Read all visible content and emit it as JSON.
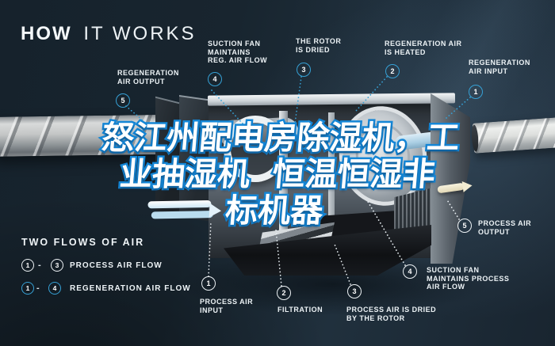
{
  "header": {
    "title_bold": "HOW",
    "title_light": "IT WORKS"
  },
  "overlay": {
    "line1": "怒江州配电房除湿机，工",
    "line2": "业抽湿机  恒温恒湿非",
    "line3": "标机器"
  },
  "legend": {
    "title": "TWO FLOWS OF AIR",
    "rows": [
      {
        "from": "1",
        "dash": "-",
        "to": "3",
        "label": "PROCESS AIR FLOW",
        "style": "white"
      },
      {
        "from": "1",
        "dash": "-",
        "to": "4",
        "label": "REGENERATION AIR FLOW",
        "style": "blue"
      }
    ]
  },
  "callouts": {
    "regeneration_air_output": {
      "number": "5",
      "label": "REGENERATION\nAIR OUTPUT"
    },
    "suction_fan_reg": {
      "number": "4",
      "label": "SUCTION FAN\nMAINTAINS\nREG. AIR FLOW"
    },
    "rotor_is_dried": {
      "number": "3",
      "label": "THE ROTOR\nIS DRIED"
    },
    "regeneration_air_heated": {
      "number": "2",
      "label": "REGENERATION AIR\nIS HEATED"
    },
    "regeneration_air_input": {
      "number": "1",
      "label": "REGENERATION\nAIR INPUT"
    },
    "process_air_output": {
      "number": "5",
      "label": "PROCESS AIR\nOUTPUT"
    },
    "suction_fan_process": {
      "number": "4",
      "label": "SUCTION FAN\nMAINTAINS PROCESS\nAIR FLOW"
    },
    "process_air_input": {
      "number": "1",
      "label": "PROCESS AIR\nINPUT"
    },
    "filtration": {
      "number": "2",
      "label": "FILTRATION"
    },
    "process_air_dried": {
      "number": "3",
      "label": "PROCESS AIR IS DRIED\nBY THE ROTOR"
    }
  },
  "colors": {
    "background": "#18242F",
    "accent_blue": "#36A1D6",
    "label_white": "#EDF3F6",
    "chinese_fill": "#FFFFFF",
    "chinese_stroke": "#1486D6",
    "arrow_blue": "#CDE7F5",
    "arrow_cream": "#F2ECD2"
  }
}
